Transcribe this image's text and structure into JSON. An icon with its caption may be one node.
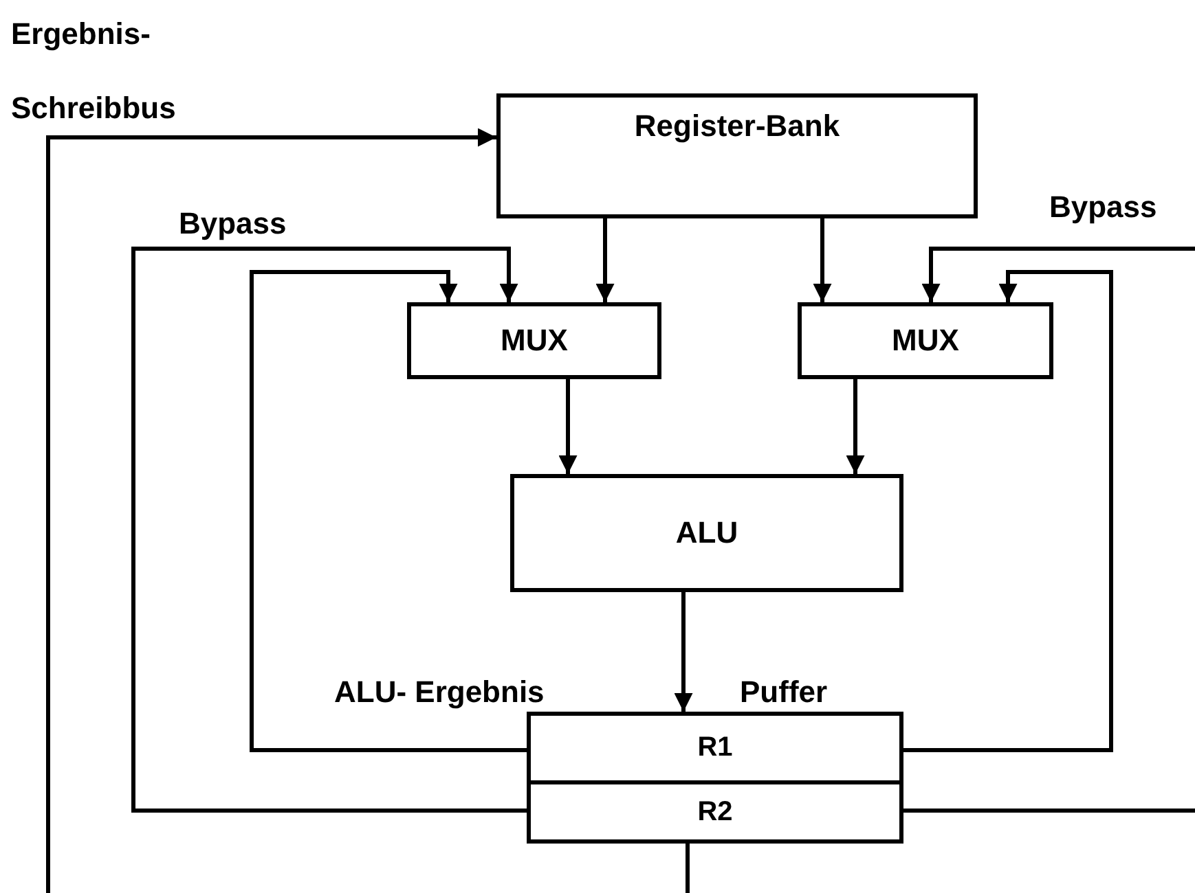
{
  "diagram": {
    "nodes": [
      {
        "text": [
          "Register-Bank"
        ]
      },
      {
        "text": [
          "MUX"
        ]
      },
      {
        "text": [
          "MUX"
        ]
      },
      {
        "text": [
          "ALU"
        ]
      },
      {
        "text": [
          "ALU- Ergebnis",
          "Puffer"
        ]
      },
      {
        "text": [
          "R1"
        ],
        "in": 4
      },
      {
        "text": [
          "R2"
        ],
        "in": 4
      }
    ],
    "edges": [
      {
        "from": 0,
        "to": 1,
        "arrow": "to"
      },
      {
        "from": 0,
        "to": 2,
        "arrow": "to"
      },
      {
        "from": 1,
        "to": 3,
        "arrow": "to"
      },
      {
        "from": 2,
        "to": 3,
        "arrow": "to"
      },
      {
        "from": 3,
        "to": 4,
        "arrow": "to"
      },
      {
        "from": 5,
        "to": 1,
        "arrow": "to"
      },
      {
        "from": 6,
        "to": 1,
        "arrow": "to"
      },
      {
        "from": 5,
        "to": 2,
        "arrow": "to"
      },
      {
        "from": 6,
        "to": null,
        "arrow": "none"
      },
      {
        "from": null,
        "to": 2,
        "arrow": "to"
      },
      {
        "from": 6,
        "to": null,
        "arrow": "none"
      },
      {
        "from": null,
        "to": 0,
        "arrow": "to"
      }
    ],
    "labels": [
      "Ergebnis-",
      "Schreibbus",
      "Bypass",
      "Bypass"
    ]
  }
}
